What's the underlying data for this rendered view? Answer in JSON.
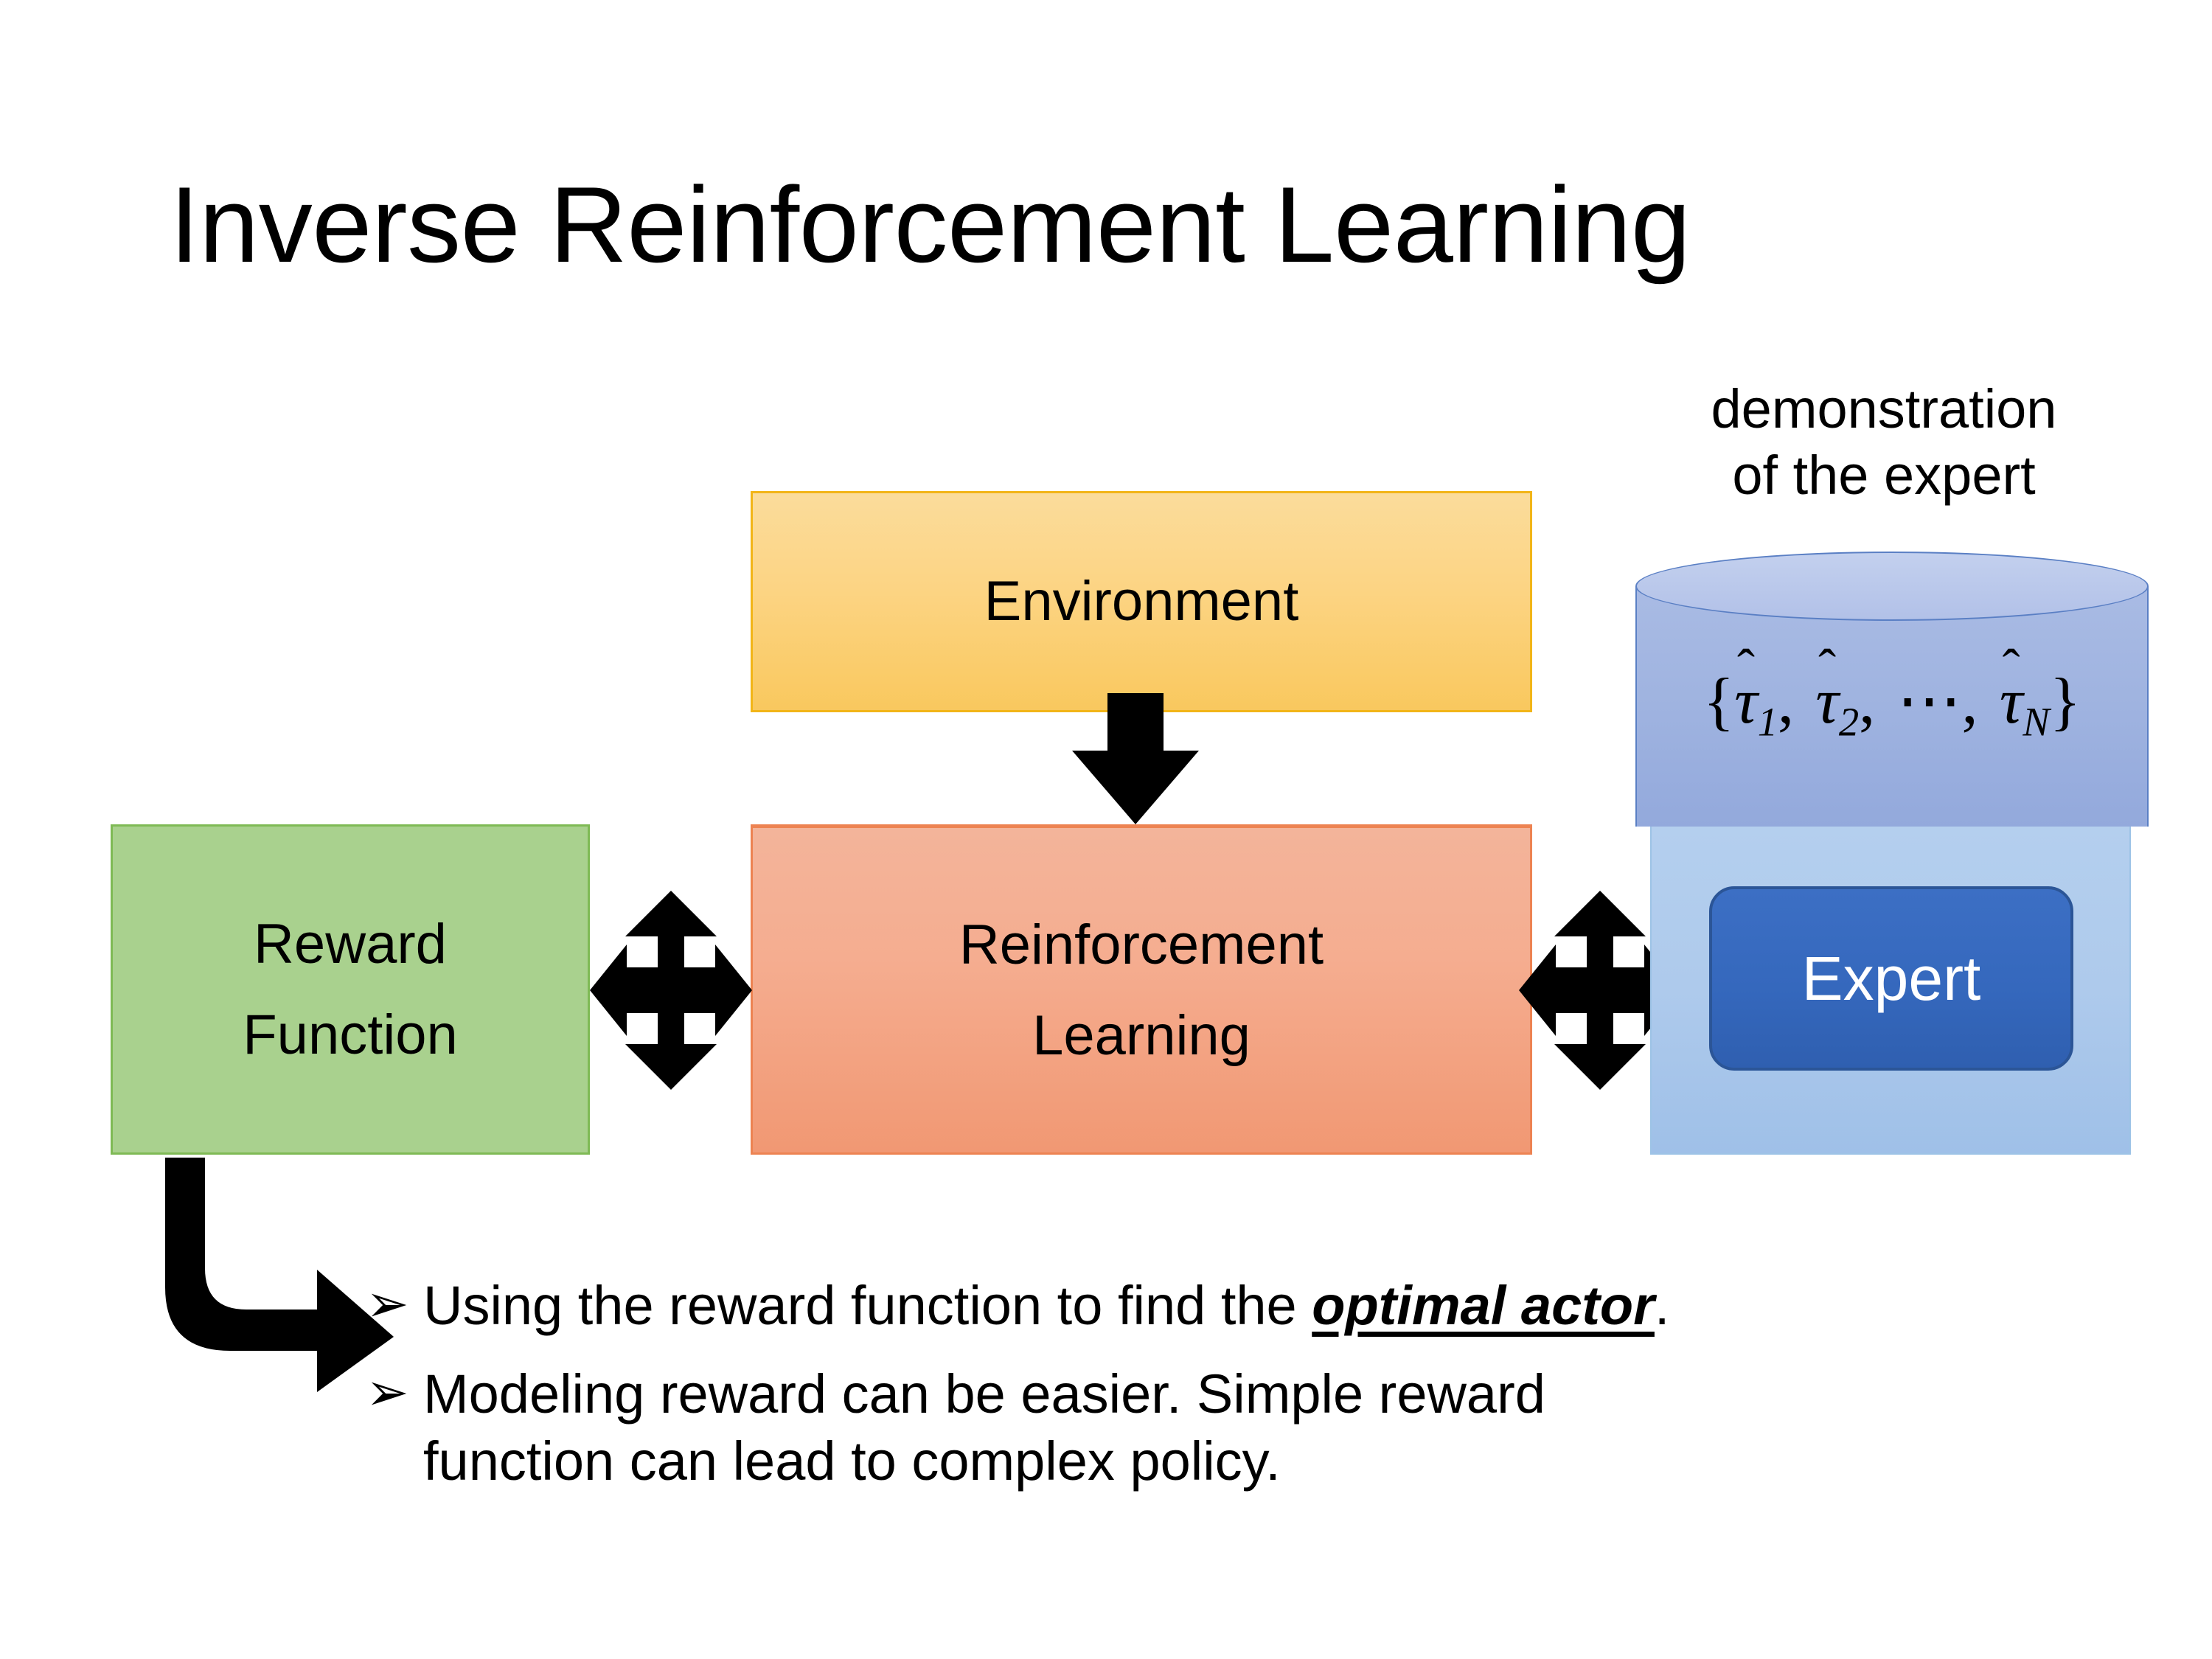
{
  "slide": {
    "title": "Inverse Reinforcement Learning",
    "background_color": "#FFFFFF"
  },
  "diagram": {
    "environment": {
      "label": "Environment",
      "fill_color": "#FCD483",
      "border_color": "#F2B518"
    },
    "reinforcement_learning": {
      "label_line1": "Reinforcement",
      "label_line2": "Learning",
      "fill_color": "#F3AC90",
      "border_color": "#ED8352"
    },
    "reward_function": {
      "label_line1": "Reward",
      "label_line2": "Function",
      "fill_color": "#A9D18E",
      "border_color": "#7FBA55"
    },
    "expert_group": {
      "caption_line1": "demonstration",
      "caption_line2": "of the expert",
      "cylinder": {
        "formula_open": "{",
        "tau_symbol": "τ",
        "hat_symbol": "̂",
        "sub_1": "1",
        "sub_2": "2",
        "ellipsis": "⋯",
        "sub_n": "N",
        "comma": ",",
        "formula_close": "}",
        "formula_plain": "{τ̂1, τ̂2, ⋯, τ̂N}",
        "fill_color": "#9FB3E0",
        "border_color": "#5A7FC4"
      },
      "panel_fill_color": "#AECAEC",
      "expert_chip": {
        "label": "Expert",
        "fill_color": "#3568BD",
        "border_color": "#2B5597",
        "text_color": "#FFFFFF"
      }
    },
    "connectors": {
      "env_to_rl": "down-block-arrow",
      "reward_to_rl": "four-way-arrow",
      "rl_to_expert": "four-way-arrow",
      "reward_to_bullets": "bent-down-right-arrow",
      "arrow_color": "#000000"
    }
  },
  "bullets": [
    {
      "marker": "➢",
      "prefix": "Using the reward function to find the ",
      "emphasis": "optimal actor",
      "suffix": "."
    },
    {
      "marker": "➢",
      "line1": "Modeling reward can be easier. Simple reward",
      "line2": "function can lead to complex policy."
    }
  ]
}
